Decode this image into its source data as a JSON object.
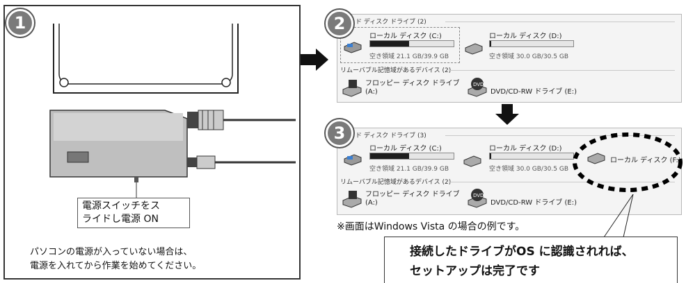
{
  "panel1": {
    "number": "1",
    "switch_label": "電源スイッチをス\nライドし電源 ON",
    "caption_line1": "パソコンの電源が入っていない場合は、",
    "caption_line2": "電源を入れてから作業を始めてください。"
  },
  "panel2": {
    "number": "2",
    "hdd_section": "ド ディスク ドライブ (2)",
    "removable_section": "リムーバブル記憶域があるデバイス (2)",
    "drives": [
      {
        "name": "ローカル ディスク (C:)",
        "free": "空き領域 21.1 GB/39.9 GB",
        "used_fraction": 0.47
      },
      {
        "name": "ローカル ディスク (D:)",
        "free": "空き領域 30.0 GB/30.5 GB",
        "used_fraction": 0.02
      }
    ],
    "devices": [
      {
        "name": "フロッピー ディスク ドライブ\n(A:)"
      },
      {
        "name": "DVD/CD-RW ドライブ (E:)"
      }
    ]
  },
  "panel3": {
    "number": "3",
    "hdd_section": "ド ディスク ドライブ (3)",
    "removable_section": "リムーバブル記憶域があるデバイス (2)",
    "drives": [
      {
        "name": "ローカル ディスク (C:)",
        "free": "空き領域 21.1 GB/39.9 GB",
        "used_fraction": 0.47
      },
      {
        "name": "ローカル ディスク (D:)",
        "free": "空き領域 30.0 GB/30.5 GB",
        "used_fraction": 0.02
      },
      {
        "name": "ローカル ディスク (F:)"
      }
    ],
    "devices": [
      {
        "name": "フロッピー ディスク ドライブ\n(A:)"
      },
      {
        "name": "DVD/CD-RW ドライブ (E:)"
      }
    ]
  },
  "note": "※画面はWindows Vista の場合の例です。",
  "callout_line1": "接続したドライブがOS に認識されれば、",
  "callout_line2": "セットアップは完了です",
  "colors": {
    "accent": "#111111",
    "panel_bg": "#f4f4f4",
    "bar_fill": "#1e1e1e"
  }
}
